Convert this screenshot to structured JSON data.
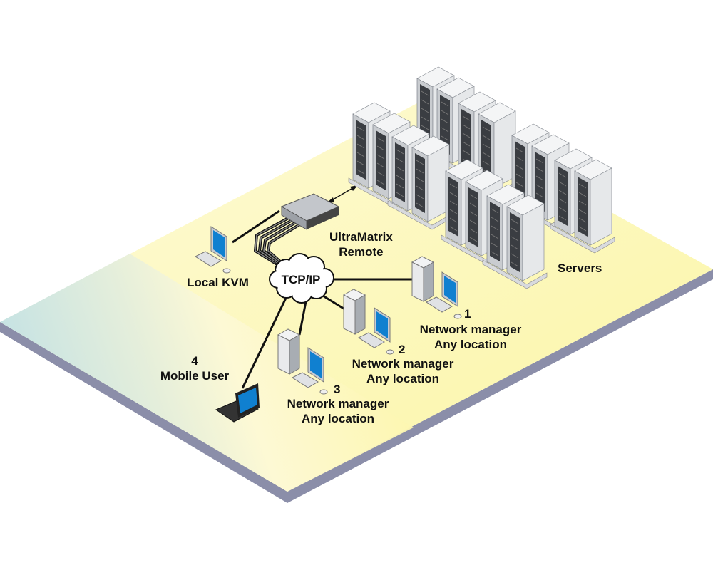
{
  "labels": {
    "switch": [
      "UltraMatrix",
      "Remote"
    ],
    "servers": "Servers",
    "local_kvm": "Local KVM",
    "network": "TCP/IP",
    "mobile": {
      "number": "4",
      "name": "Mobile User"
    },
    "managers": [
      {
        "number": "1",
        "line1": "Network manager",
        "line2": "Any location"
      },
      {
        "number": "2",
        "line1": "Network manager",
        "line2": "Any location"
      },
      {
        "number": "3",
        "line1": "Network manager",
        "line2": "Any location"
      }
    ]
  },
  "colors": {
    "floor_yellow": "#fdf8b8",
    "floor_blue": "#bfe0e6",
    "floor_edge": "#8a8da8",
    "screen_blue": "#1080d0",
    "server_gray": "#e6e8ea"
  }
}
